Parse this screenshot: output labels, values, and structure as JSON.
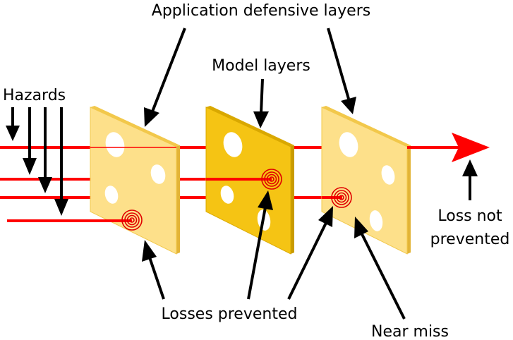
{
  "labels": {
    "application_layers": "Application defensive layers",
    "model_layers": "Model layers",
    "hazards": "Hazards",
    "loss_not_prevented_line1": "Loss not",
    "loss_not_prevented_line2": "prevented",
    "losses_prevented": "Losses prevented",
    "near_miss": "Near miss"
  },
  "colors": {
    "hazard_line": "#ff0000",
    "application_layer_face": "#fde08a",
    "application_layer_edge": "#f2c84b",
    "model_layer_face": "#f5c414",
    "model_layer_edge": "#d9a800",
    "hole": "#ffffff",
    "arrow": "#000000"
  },
  "icons": {
    "impact_marker": "concentric-circles-icon",
    "loss_arrowhead": "arrowhead-icon"
  }
}
